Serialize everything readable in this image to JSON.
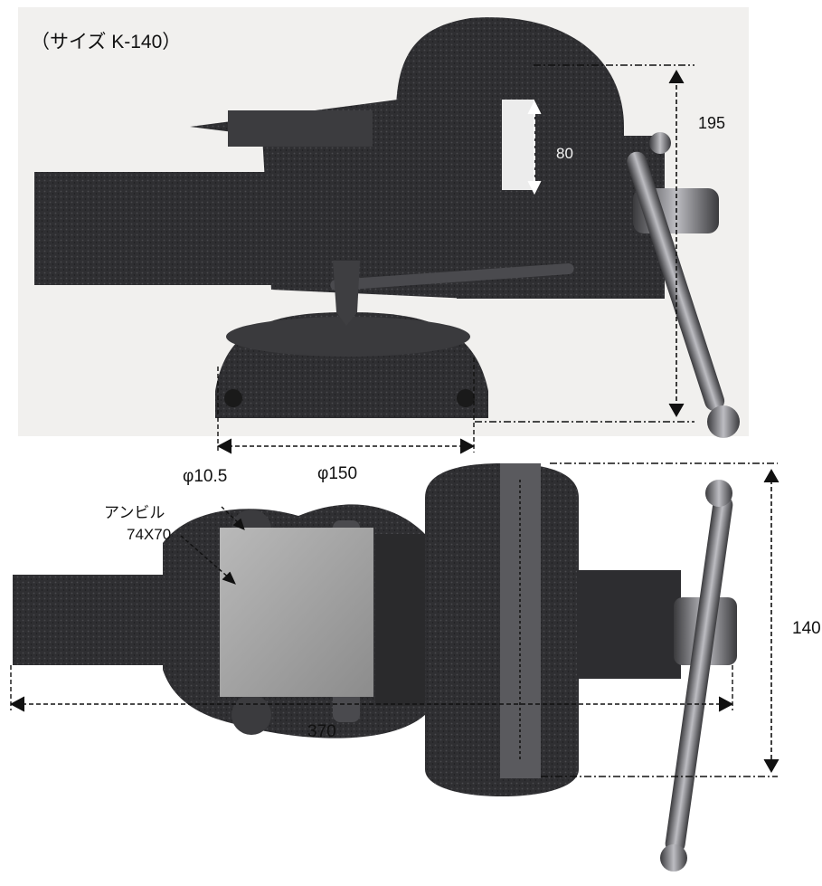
{
  "title": "（サイズ K-140）",
  "dimensions": {
    "height": "195",
    "jaw_opening": "80",
    "bolt_hole": "φ10.5",
    "base_diameter": "φ150",
    "anvil_label": "アンビル",
    "anvil_size": "74X70",
    "jaw_width": "140",
    "total_length": "370"
  },
  "colors": {
    "background": "#ffffff",
    "photo_bg": "#f1f0ee",
    "cast_iron": "#2b2b2d",
    "cast_iron_light": "#46464a",
    "anvil_steel": "#a6a6a6",
    "handle_chrome": "#5a5a5e",
    "dimension_line": "#111111"
  }
}
